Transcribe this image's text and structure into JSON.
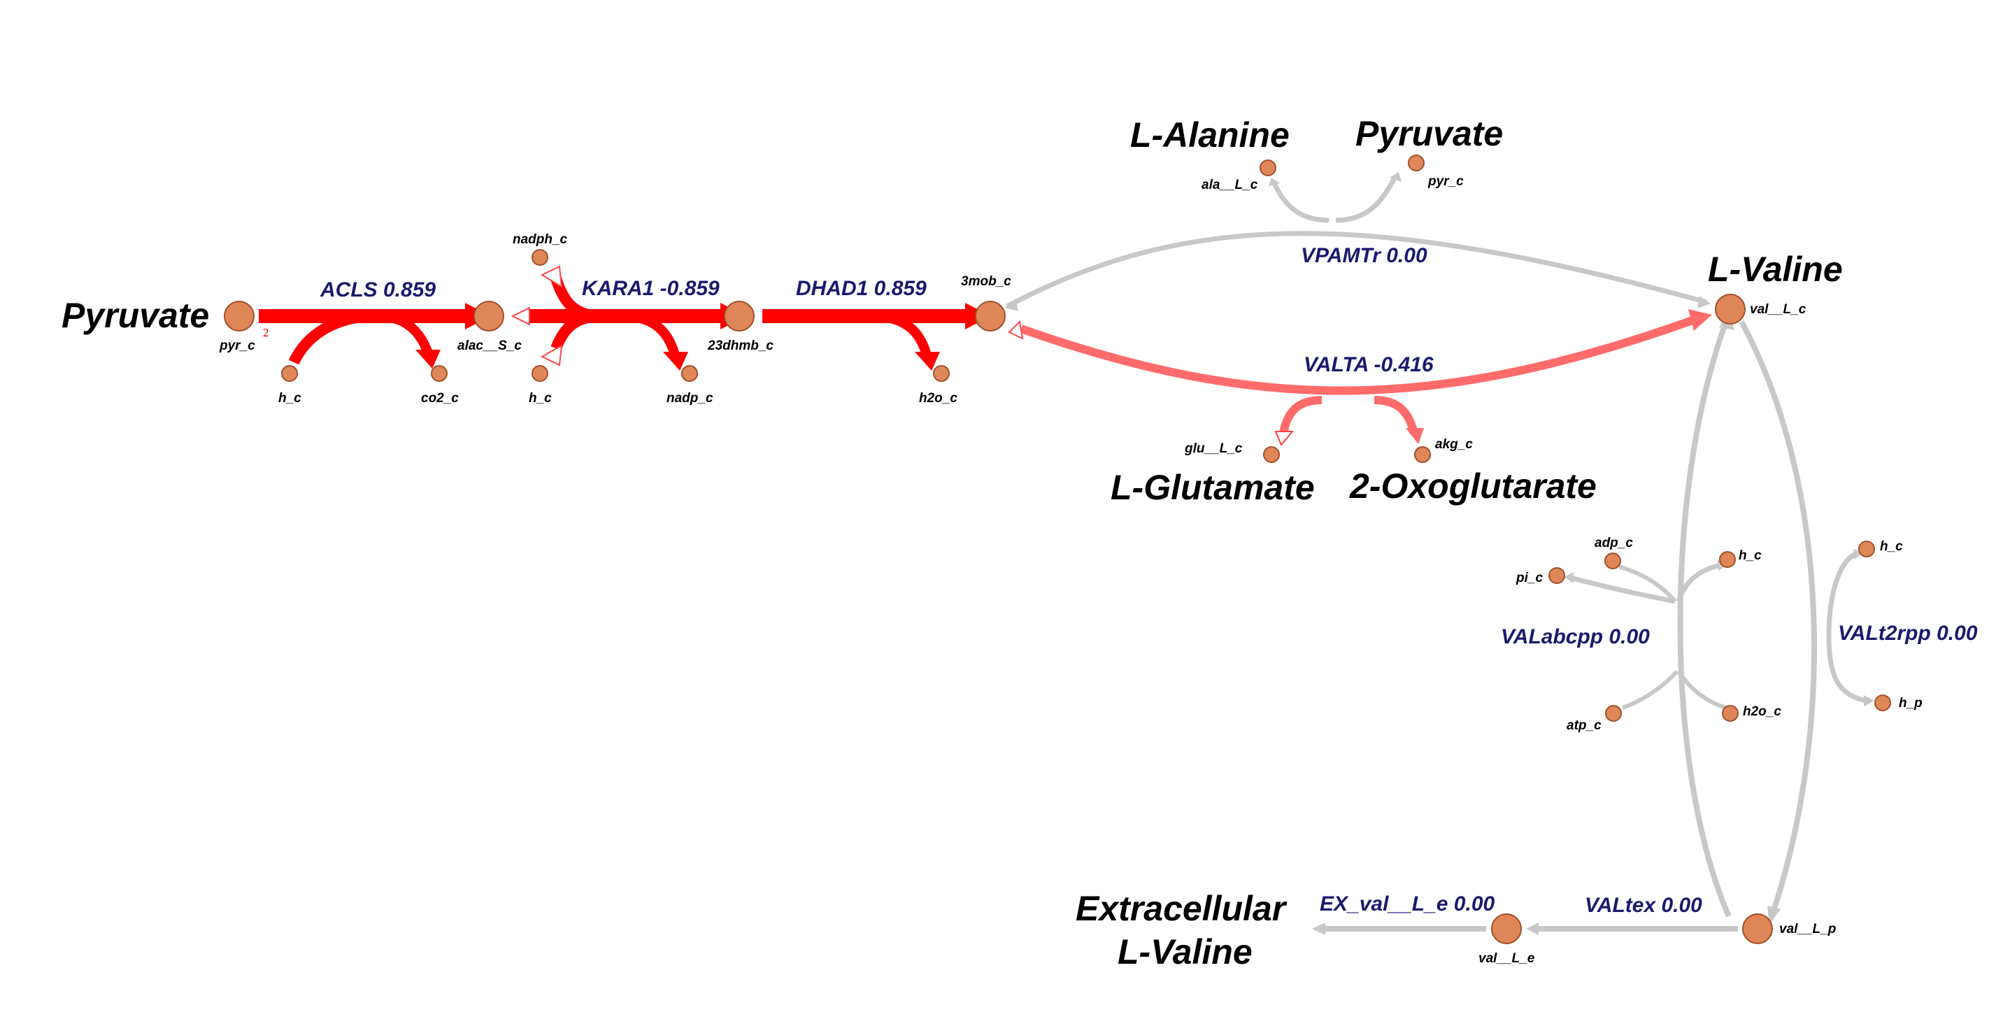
{
  "colors": {
    "strong_flux": "#ff0000",
    "medium_flux": "#ff6b6b",
    "zero_flux": "#c8c8c8",
    "metabolite_fill": "#e0875a",
    "reaction_label": "#1a1a6e"
  },
  "big_labels": {
    "pyruvate_left": "Pyruvate",
    "l_alanine": "L-Alanine",
    "pyruvate_top": "Pyruvate",
    "l_valine": "L-Valine",
    "l_glutamate": "L-Glutamate",
    "oxoglutarate": "2-Oxoglutarate",
    "extracellular_line1": "Extracellular",
    "extracellular_line2": "L-Valine"
  },
  "metabolites": {
    "pyr_c": "pyr_c",
    "h_c_1": "h_c",
    "co2_c": "co2_c",
    "alac_S_c": "alac__S_c",
    "nadph_c": "nadph_c",
    "h_c_2": "h_c",
    "nadp_c": "nadp_c",
    "dhmb_c": "23dhmb_c",
    "h2o_c_1": "h2o_c",
    "mob_c": "3mob_c",
    "ala_L_c": "ala__L_c",
    "pyr_c_top": "pyr_c",
    "val_L_c": "val__L_c",
    "glu_L_c": "glu__L_c",
    "akg_c": "akg_c",
    "adp_c": "adp_c",
    "pi_c": "pi_c",
    "h_c_3": "h_c",
    "atp_c": "atp_c",
    "h2o_c_2": "h2o_c",
    "h_c_4": "h_c",
    "h_p": "h_p",
    "val_L_p": "val__L_p",
    "val_L_e": "val__L_e"
  },
  "stoichiometry": {
    "acls_pyr": "2"
  },
  "reactions": [
    {
      "id": "ACLS",
      "flux": 0.859,
      "label": "ACLS 0.859"
    },
    {
      "id": "KARA1",
      "flux": -0.859,
      "label": "KARA1 -0.859"
    },
    {
      "id": "DHAD1",
      "flux": 0.859,
      "label": "DHAD1 0.859"
    },
    {
      "id": "VPAMTr",
      "flux": 0.0,
      "label": "VPAMTr 0.00"
    },
    {
      "id": "VALTA",
      "flux": -0.416,
      "label": "VALTA -0.416"
    },
    {
      "id": "VALabcpp",
      "flux": 0.0,
      "label": "VALabcpp 0.00"
    },
    {
      "id": "VALt2rpp",
      "flux": 0.0,
      "label": "VALt2rpp 0.00"
    },
    {
      "id": "VALtex",
      "flux": 0.0,
      "label": "VALtex 0.00"
    },
    {
      "id": "EX_val__L_e",
      "flux": 0.0,
      "label": "EX_val__L_e 0.00"
    }
  ]
}
